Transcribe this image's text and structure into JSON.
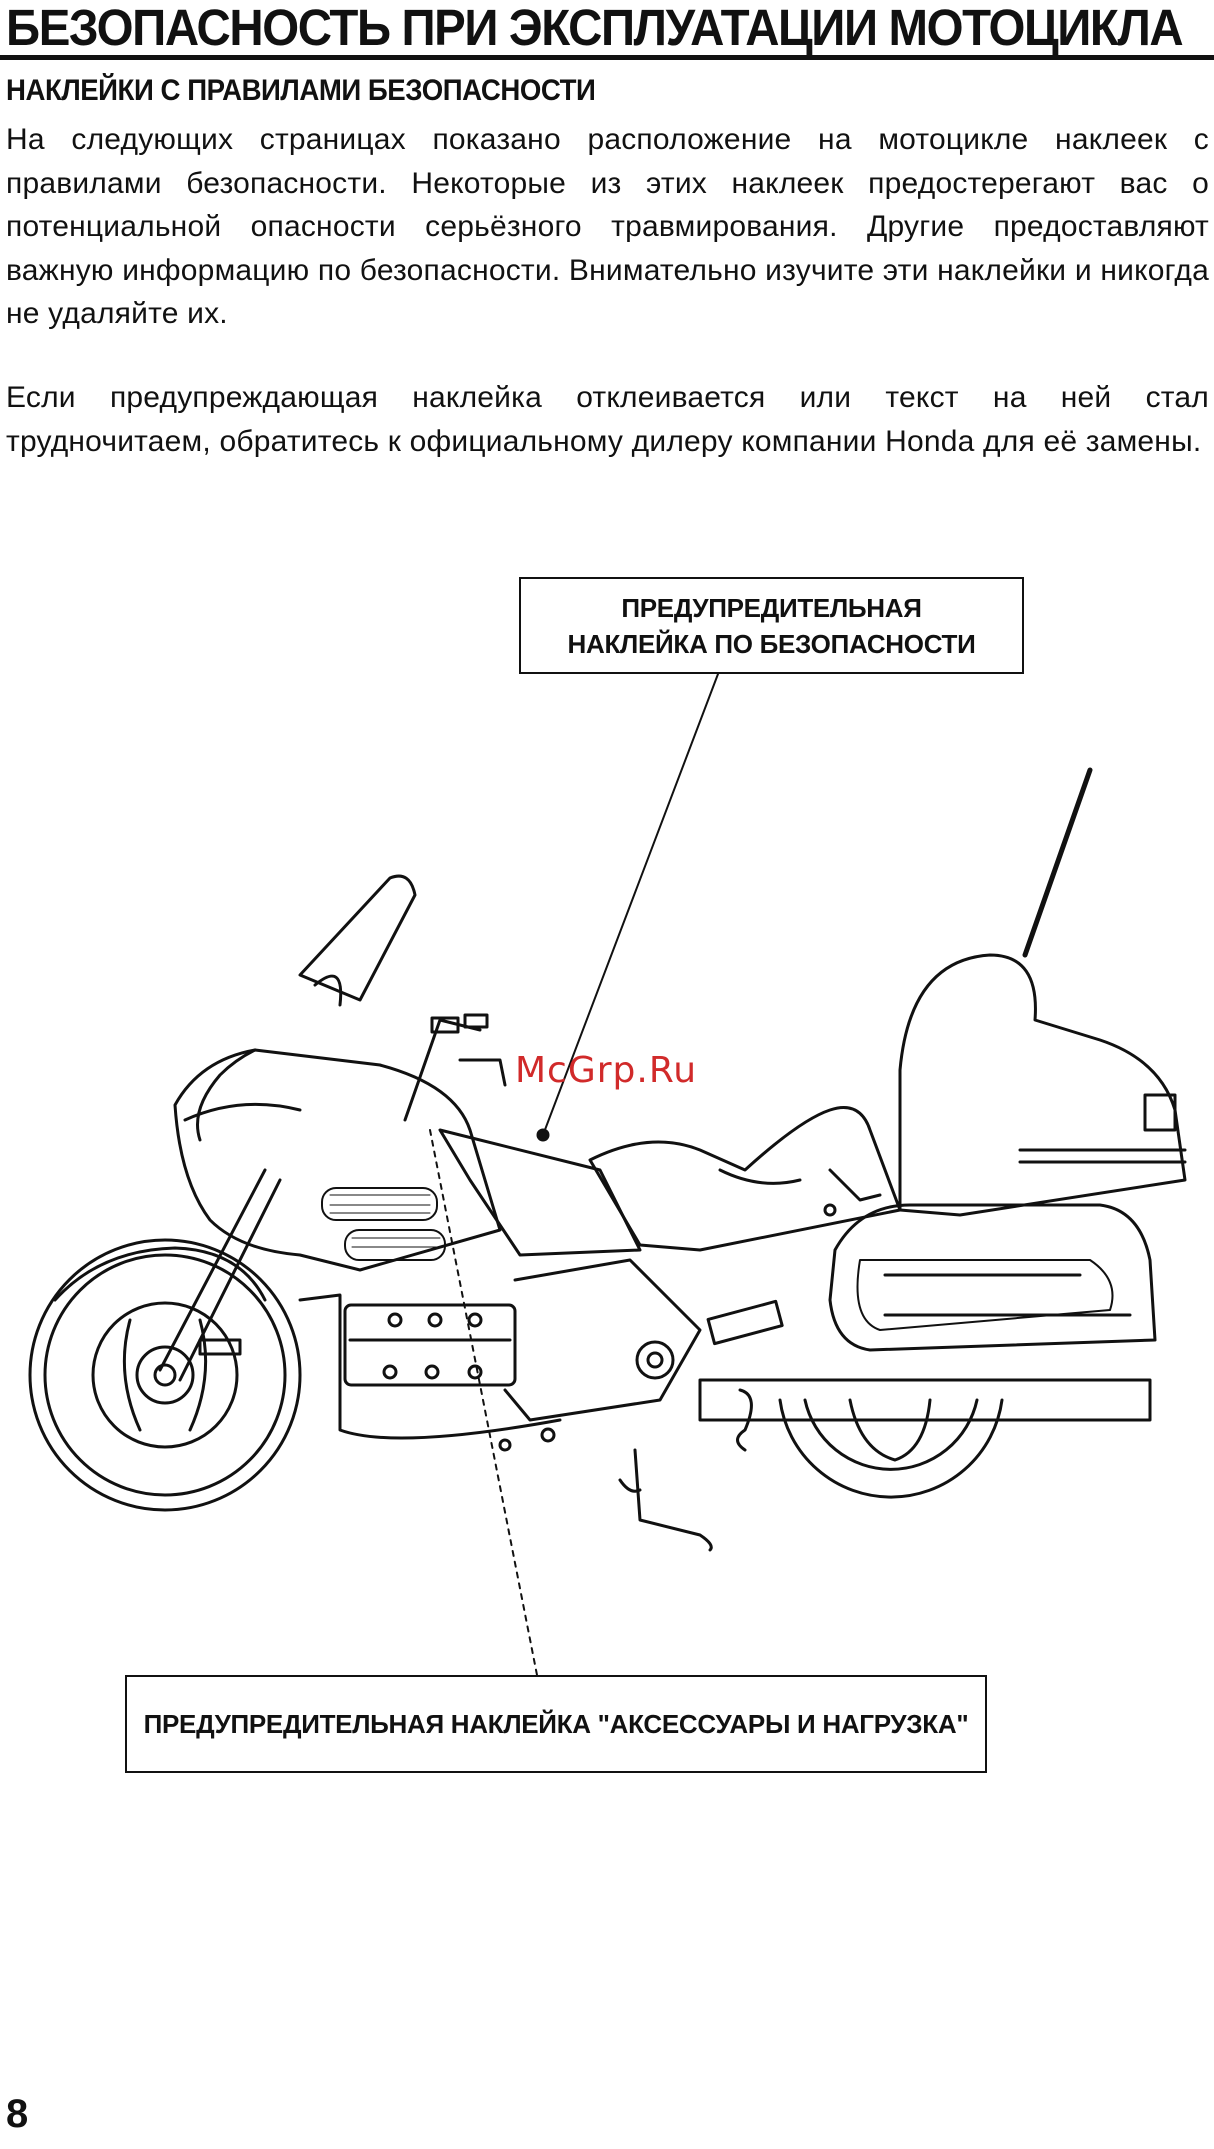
{
  "page": {
    "title": "БЕЗОПАСНОСТЬ ПРИ ЭКСПЛУАТАЦИИ МОТОЦИКЛА",
    "section_heading": "НАКЛЕЙКИ С ПРАВИЛАМИ БЕЗОПАСНОСТИ",
    "paragraphs": [
      "На следующих страницах показано расположение на мотоцикле наклеек с правилами безопасности. Некоторые из этих наклеек предостерегают вас о потенциальной опасности серьёзного травмирования. Другие предоставляют важную информацию по безопасности. Внимательно изучите эти наклейки и никогда не удаляйте их.",
      "Если предупреждающая наклейка отклеивается или текст на ней стал трудночитаем, обратитесь к официальному дилеру компании Honda для её замены."
    ],
    "page_number": "8"
  },
  "figure": {
    "illustration": "motorcycle-line-drawing",
    "callouts": [
      {
        "line1": "ПРЕДУПРЕДИТЕЛЬНАЯ",
        "line2": "НАКЛЕЙКА ПО БЕЗОПАСНОСТИ"
      },
      {
        "line1": "ПРЕДУПРЕДИТЕЛЬНАЯ НАКЛЕЙКА \"АКСЕССУАРЫ И НАГРУЗКА\""
      }
    ],
    "watermark": "McGrp.Ru"
  },
  "colors": {
    "ink": "#111111",
    "watermark": "#d12a2a",
    "background": "#ffffff"
  }
}
